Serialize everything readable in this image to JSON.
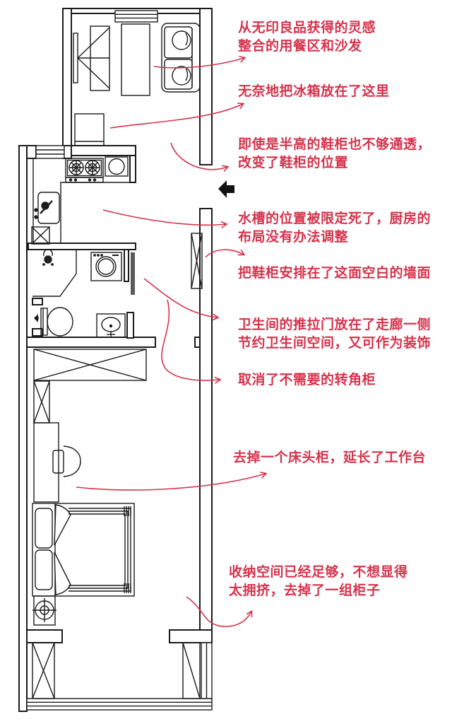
{
  "colors": {
    "annotation_red": "#d6334c",
    "plan_line": "#1b1b1b",
    "wall_fill": "#ffffff",
    "sliding_door_gray": "#5a5a5a",
    "entrance_arrow_black": "#111111"
  },
  "floor_plan": {
    "type": "apartment-floor-plan",
    "fixtures": [
      "window",
      "bench-seat",
      "dining-table",
      "sofa",
      "fridge",
      "stove",
      "round-sink",
      "kitchen-sink",
      "pipe-shaft",
      "shower",
      "toilet",
      "washing-machine",
      "wash-basin",
      "sliding-door",
      "shoe-cabinet",
      "wardrobe",
      "tall-cabinet",
      "desk",
      "chair",
      "bed",
      "pillows",
      "nightstand-lamp",
      "balcony-cabinet",
      "balcony-window"
    ],
    "entrance_arrow_icon": "◀"
  },
  "annotations": [
    {
      "lines": [
        "从无印良品获得的灵感",
        "整合的用餐区和沙发"
      ]
    },
    {
      "lines": [
        "无奈地把冰箱放在了这里"
      ]
    },
    {
      "lines": [
        "即使是半高的鞋柜也不够通透，",
        "改变了鞋柜的位置"
      ]
    },
    {
      "lines": [
        "水槽的位置被限定死了，厨房的",
        "布局没有办法调整"
      ]
    },
    {
      "lines": [
        "把鞋柜安排在了这面空白的墙面"
      ]
    },
    {
      "lines": [
        "卫生间的推拉门放在了走廊一侧",
        "节约卫生间空间，又可作为装饰"
      ]
    },
    {
      "lines": [
        "取消了不需要的转角柜"
      ]
    },
    {
      "lines": [
        "去掉一个床头柜，延长了工作台"
      ]
    },
    {
      "lines": [
        "收纳空间已经足够，不想显得",
        "太拥挤，去掉了一组柜子"
      ]
    }
  ]
}
